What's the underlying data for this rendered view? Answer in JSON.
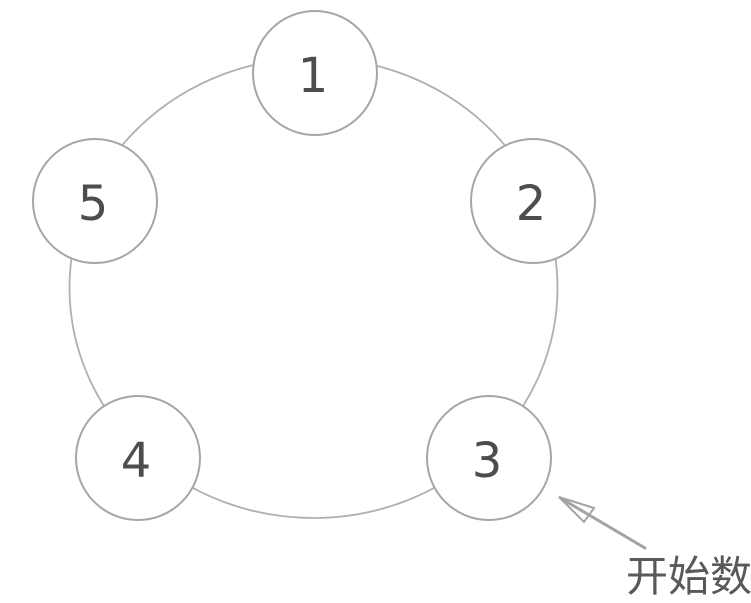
{
  "nodes": [
    {
      "label": "1"
    },
    {
      "label": "2"
    },
    {
      "label": "3"
    },
    {
      "label": "4"
    },
    {
      "label": "5"
    }
  ],
  "annotation": {
    "label": "开始数"
  },
  "colors": {
    "background": "#ffffff",
    "ring": "#b0b0b0",
    "node_border": "#a6a6a6",
    "node_fill": "#ffffff",
    "number": "#4d4d4d",
    "arrow": "#a3a3a3",
    "label_text": "#595959"
  }
}
